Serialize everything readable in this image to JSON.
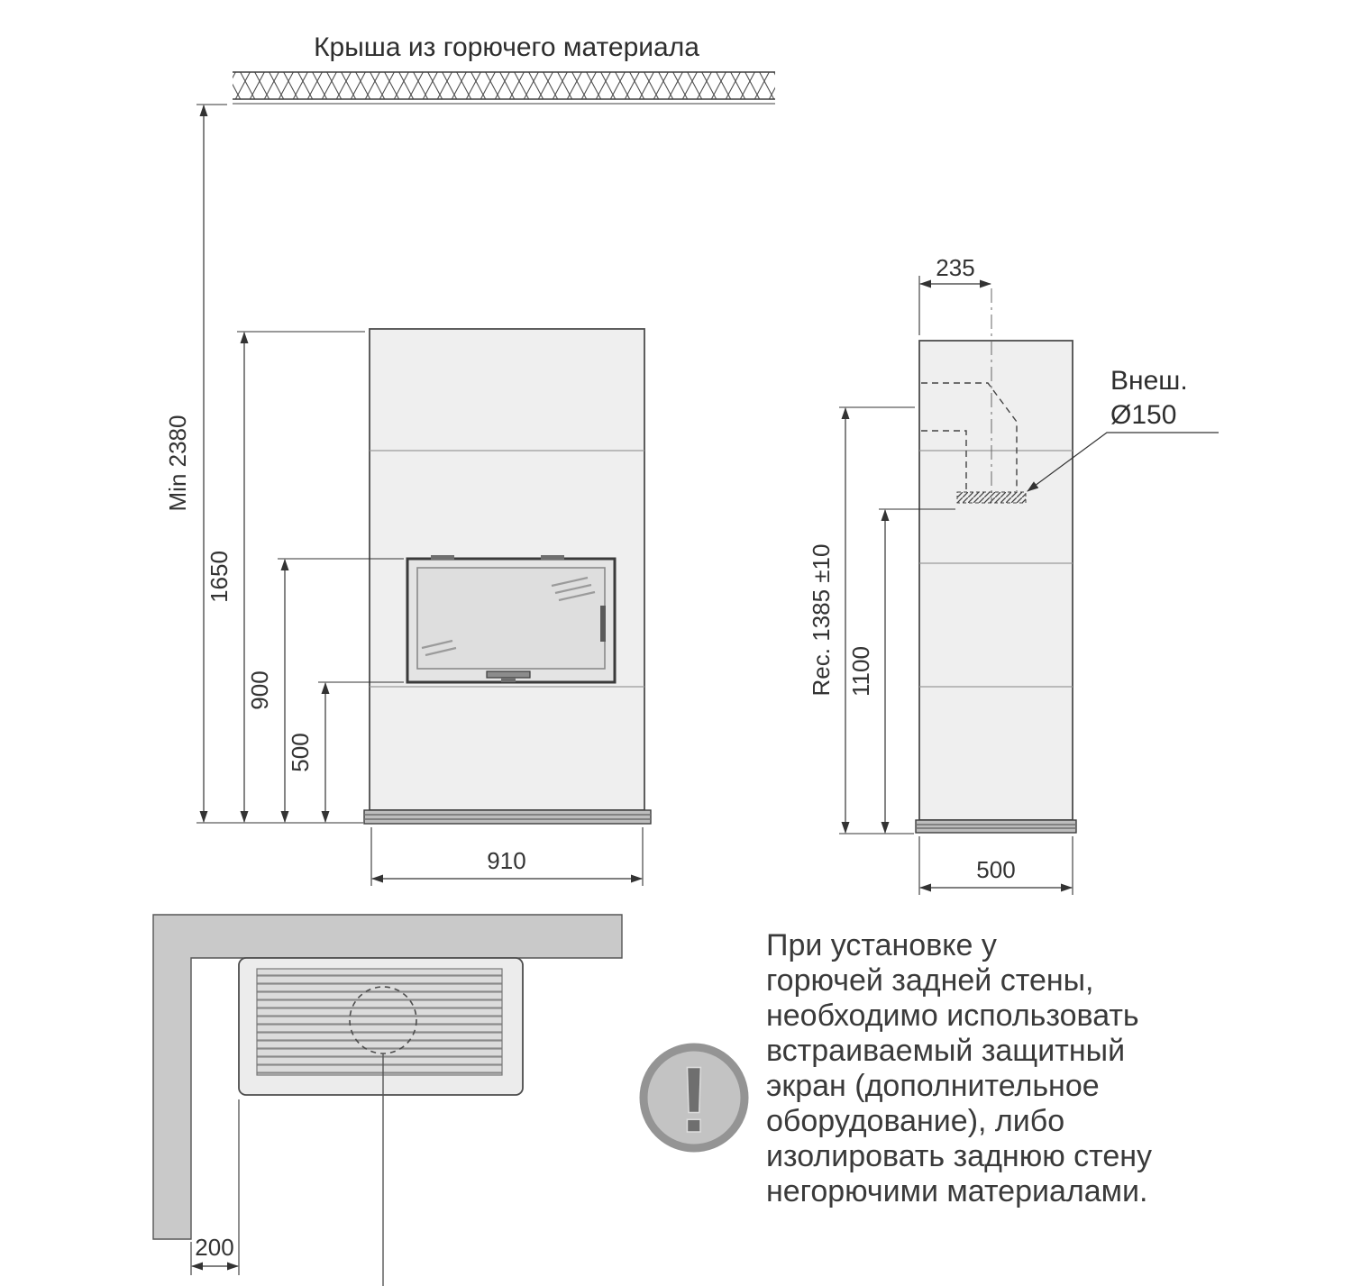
{
  "roof": {
    "label": "Крыша из горючего материала"
  },
  "front_view": {
    "dim_total": "Min 2380",
    "dim_body": "1650",
    "dim_window_top": "900",
    "dim_window_bottom": "500",
    "dim_width": "910"
  },
  "side_view": {
    "dim_flue_offset": "235",
    "flue_label_1": "Внеш.",
    "flue_label_2": "Ø150",
    "dim_rec": "Rec. 1385 ±10",
    "dim_flue_bottom": "1100",
    "dim_depth": "500"
  },
  "top_view": {
    "dim_wall_gap": "200"
  },
  "warning": {
    "icon_glyph": "!",
    "lines": [
      "При установке у",
      "горючей задней стены,",
      "необходимо использовать",
      "встраиваемый защитный",
      "экран (дополнительное",
      "оборудование), либо",
      "изолировать заднюю стену",
      "негорючими материалами."
    ]
  }
}
